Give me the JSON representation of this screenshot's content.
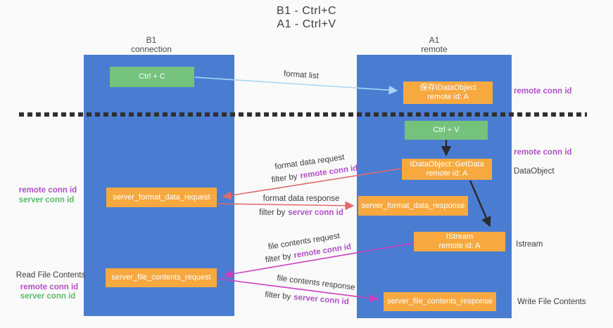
{
  "title": {
    "line1": "B1 - Ctrl+C",
    "line2": "A1 - Ctrl+V"
  },
  "lanes": {
    "left": {
      "title": "B1",
      "subtitle": "connection"
    },
    "right": {
      "title": "A1",
      "subtitle": "remote"
    }
  },
  "boxes": {
    "ctrl_c": {
      "label": "Ctrl + C"
    },
    "save_dataobject": {
      "line1": "保存IDataObject",
      "line2": "remote id: A"
    },
    "ctrl_v": {
      "label": "Ctrl + V"
    },
    "getdata": {
      "line1": "IDataObject::GetData",
      "line2": "remote id: A"
    },
    "format_request": {
      "label": "server_format_data_request"
    },
    "format_response": {
      "label": "server_format_data_response"
    },
    "istream": {
      "line1": "IStream",
      "line2": "remote id: A"
    },
    "file_request": {
      "label": "server_file_contents_request"
    },
    "file_response": {
      "label": "server_file_contents_response"
    }
  },
  "arrow_labels": {
    "format_list": "format list",
    "format_data_request": "format data request",
    "format_data_response": "format data response",
    "file_contents_request": "file contents request",
    "file_contents_response": "file contents response",
    "filter_by": "filter by",
    "remote_conn_id": "remote conn id",
    "server_conn_id": "server conn id"
  },
  "side_labels": {
    "remote_conn_id": "remote conn id",
    "server_conn_id": "server conn id",
    "dataobject": "DataObject",
    "istream": "Istream",
    "read_file_contents": "Read File Contents",
    "write_file_contents": "Write File Contents"
  },
  "colors": {
    "lane_blue": "#4a7dd2",
    "box_green": "#74c27c",
    "box_orange": "#f7a940",
    "purple_text": "#b14fc8",
    "green_text": "#57bd68",
    "red_arrow": "#e06a6a",
    "magenta_arrow": "#cb3ec0",
    "lightblue_arrow": "#a9d6f2",
    "black_arrow": "#2b2b2b"
  }
}
